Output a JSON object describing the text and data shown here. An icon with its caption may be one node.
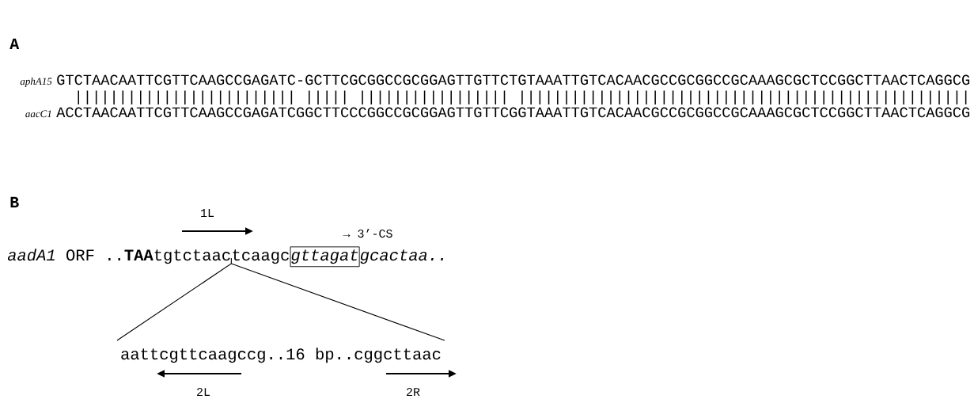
{
  "diagram": {
    "nodes": [
      {
        "text": [
          "gttagat"
        ]
      }
    ],
    "labels": [
      "A",
      "aphA15",
      "GTCTAACAATTCGTTCAAGCCGAGATC-GCTTCGCGGCCGCGGAGTTGTTCTGTAAATTGTCACAACGCCGCGGCCGCAAAGCGCTCCGGCTTAACTCAGGCG",
      "||||||||||||||||||||||||| ||||| ||||||||||||||||| |||||||||||||||||||||||||||||||||||||||||||||||||||",
      "aacC1",
      "ACCTAACAATTCGTTCAAGCCGAGATCGGCTTCCCGGCCGCGGAGTTGTTCGGTAAATTGTCACAACGCCGCGGCCGCAAAGCGCTCCGGCTTAACTCAGGCG",
      "B",
      "1L",
      "→ 3’-CS",
      "*aadA1* ORF ..**TAA**tgtctaac",
      "tcaagc",
      "gcactaa..",
      "aattcgttcaagccg..16 bp..cggcttaac",
      "2L",
      "2R"
    ]
  }
}
